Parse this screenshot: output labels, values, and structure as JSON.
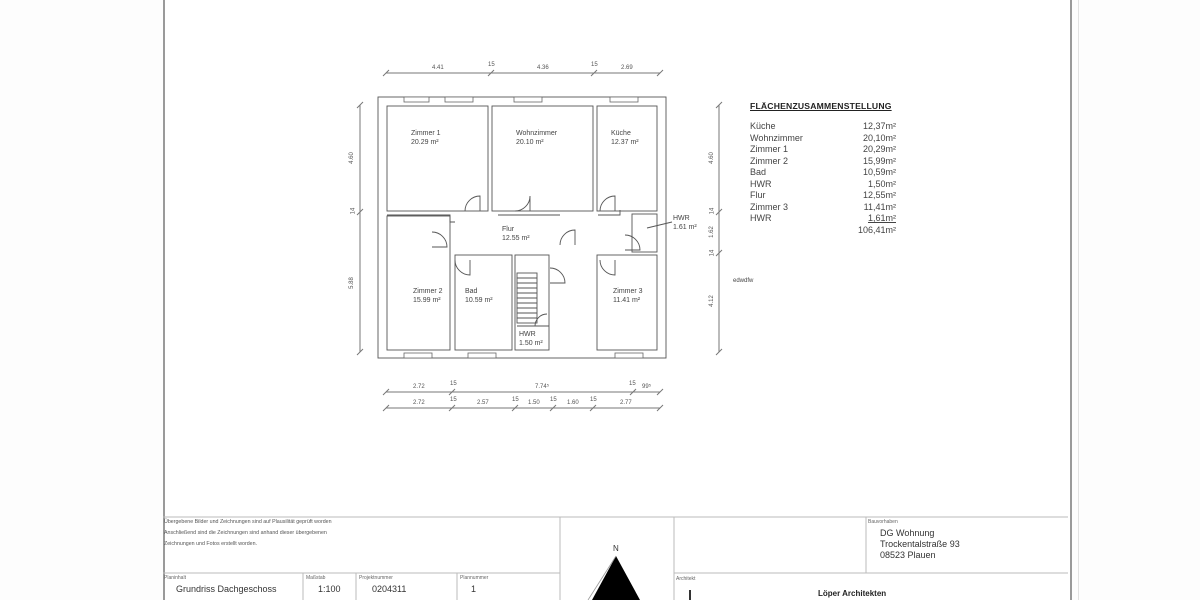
{
  "plan": {
    "rooms": [
      {
        "name": "Zimmer 1",
        "area": "20.29 m²"
      },
      {
        "name": "Wohnzimmer",
        "area": "20.10 m²"
      },
      {
        "name": "Küche",
        "area": "12.37 m²"
      },
      {
        "name": "Flur",
        "area": "12.55 m²"
      },
      {
        "name": "HWR",
        "area": "1.61 m²"
      },
      {
        "name": "Zimmer 2",
        "area": "15.99 m²"
      },
      {
        "name": "Bad",
        "area": "10.59 m²"
      },
      {
        "name": "HWR",
        "area": "1.50 m²"
      },
      {
        "name": "Zimmer 3",
        "area": "11.41 m²"
      }
    ],
    "annotation": "edwdfw",
    "dimensions": {
      "top": [
        "4.41",
        "15",
        "4.36",
        "15",
        "2.69"
      ],
      "bottom_row1": [
        "2.72",
        "15",
        "7.74⁵",
        "15",
        "99⁵"
      ],
      "bottom_row2": [
        "2.72",
        "15",
        "2.57",
        "15",
        "1.50",
        "15",
        "1.60",
        "15",
        "2.77"
      ],
      "left": [
        "4.60",
        "14",
        "5.88"
      ],
      "right": [
        "4.60",
        "14",
        "1.62",
        "14",
        "4.12"
      ]
    }
  },
  "summary": {
    "title": "FLÄCHENZUSAMMENSTELLUNG",
    "rows": [
      {
        "label": "Küche",
        "value": "12,37m²"
      },
      {
        "label": "Wohnzimmer",
        "value": "20,10m²"
      },
      {
        "label": "Zimmer 1",
        "value": "20,29m²"
      },
      {
        "label": "Zimmer 2",
        "value": "15,99m²"
      },
      {
        "label": "Bad",
        "value": "10,59m²"
      },
      {
        "label": "HWR",
        "value": "1,50m²"
      },
      {
        "label": "Flur",
        "value": "12,55m²"
      },
      {
        "label": "Zimmer 3",
        "value": "11,41m²"
      },
      {
        "label": "HWR",
        "value": "1,61m²"
      }
    ],
    "total": "106,41m²"
  },
  "title_block": {
    "notes": [
      "Übergebene Bilder und Zeichnungen sind auf Plausilität geprüft worden",
      "Anschließend sind die  Zeichnungen sind anhand dieser übergebenen",
      "Zeichnungen und Fotos erstellt worden."
    ],
    "planinhalt_label": "Planinhalt",
    "planinhalt": "Grundriss Dachgeschoss",
    "massstab_label": "Maßstab",
    "massstab": "1:100",
    "projektnummer_label": "Projektnummer",
    "projektnummer": "0204311",
    "plannummer_label": "Plannummer",
    "plannummer": "1",
    "north_label": "N",
    "bauvorhaben_label": "Bauvorhaben",
    "bauvorhaben": [
      "DG Wohnung",
      "Trockentalstraße 93",
      "08523 Plauen"
    ],
    "architekt_label": "Architekt",
    "architekt": "Löper Architekten"
  }
}
